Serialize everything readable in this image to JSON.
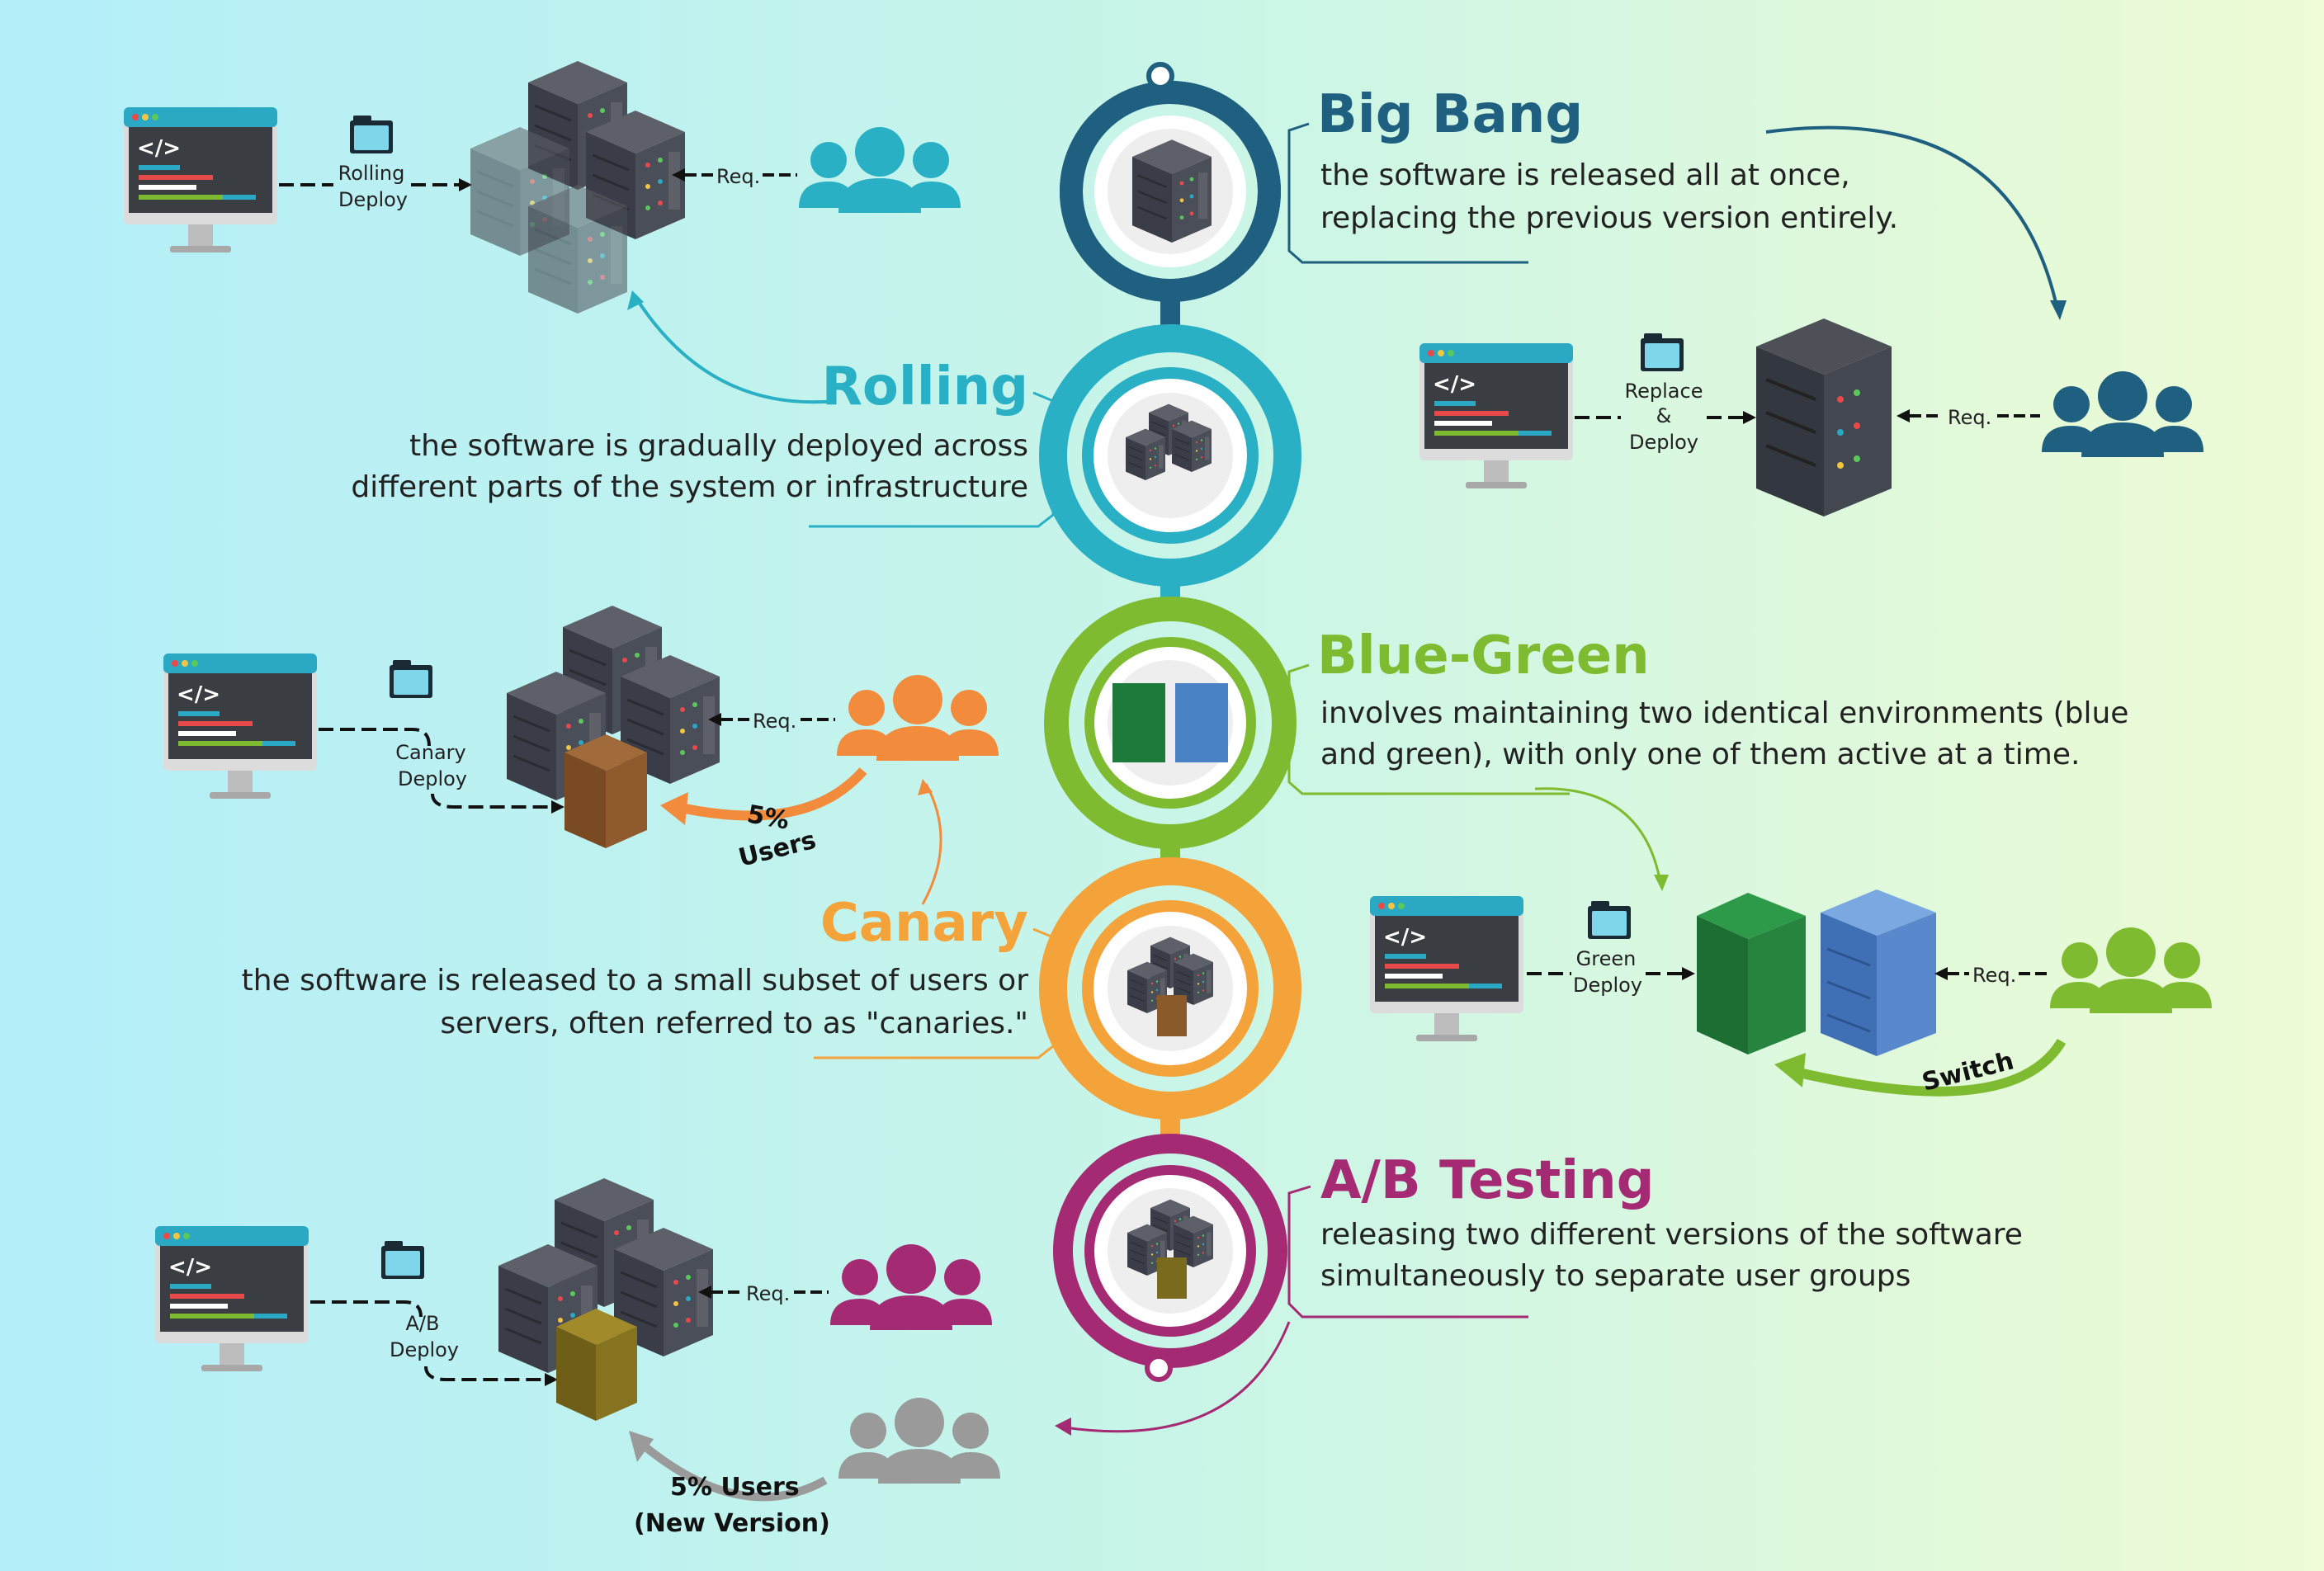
{
  "colors": {
    "bigbang": "#1f5f7f",
    "rolling": "#2ab0c4",
    "bluegreen": "#7fbb30",
    "canary": "#f4a23a",
    "abtesting": "#a52a74",
    "users_gray": "#9a9a9a",
    "users_orange": "#f28b3c"
  },
  "strategies": {
    "bigbang": {
      "title": "Big Bang",
      "desc_line1": "the software is released all at once,",
      "desc_line2": "replacing the previous version entirely.",
      "deploy_line1": "Replace",
      "deploy_line2": "&",
      "deploy_line3": "Deploy",
      "req": "Req."
    },
    "rolling": {
      "title": "Rolling",
      "desc_line1": "the software is gradually deployed across",
      "desc_line2": "different parts of the system or infrastructure",
      "deploy_line1": "Rolling",
      "deploy_line2": "Deploy",
      "req": "Req."
    },
    "bluegreen": {
      "title": "Blue-Green",
      "desc_line1": "involves maintaining two identical environments (blue",
      "desc_line2": "and green), with only one of them active at a time.",
      "deploy_line1": "Green",
      "deploy_line2": "Deploy",
      "req": "Req.",
      "switch": "Switch"
    },
    "canary": {
      "title": "Canary",
      "desc_line1": "the software is released to a small subset of users or",
      "desc_line2": "servers, often referred to as \"canaries.\"",
      "deploy_line1": "Canary",
      "deploy_line2": "Deploy",
      "req": "Req.",
      "pct_line1": "5%",
      "pct_line2": "Users"
    },
    "abtesting": {
      "title": "A/B Testing",
      "desc_line1": "releasing two different versions of the software",
      "desc_line2": "simultaneously to separate user groups",
      "deploy_line1": "A/B",
      "deploy_line2": "Deploy",
      "req": "Req.",
      "pct_line1": "5% Users",
      "pct_line2": "(New Version)"
    }
  }
}
